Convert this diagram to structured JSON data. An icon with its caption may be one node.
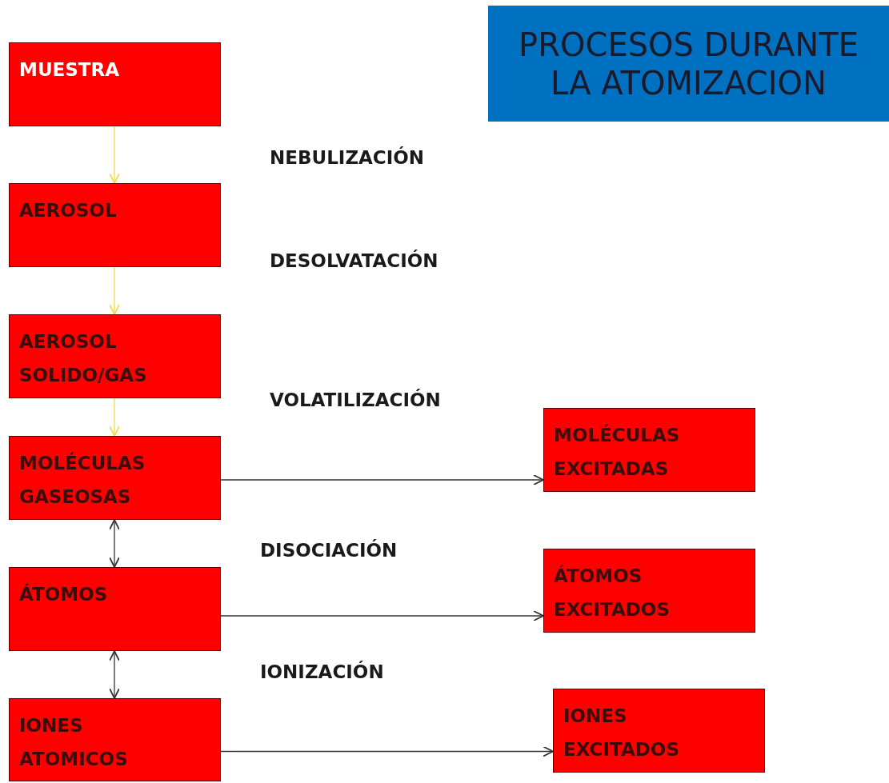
{
  "diagram": {
    "title": "PROCESOS DURANTE LA ATOMIZACION",
    "nodes": [
      {
        "text": [
          "MUESTRA"
        ]
      },
      {
        "text": [
          "AEROSOL"
        ]
      },
      {
        "text": [
          "AEROSOL SOLIDO/GAS"
        ]
      },
      {
        "text": [
          "MOLÉCULAS GASEOSAS"
        ]
      },
      {
        "text": [
          "ÁTOMOS"
        ]
      },
      {
        "text": [
          "IONES ATOMICOS"
        ]
      },
      {
        "text": [
          "MOLÉCULAS EXCITADAS"
        ]
      },
      {
        "text": [
          "ÁTOMOS EXCITADOS"
        ]
      },
      {
        "text": [
          "IONES EXCITADOS"
        ]
      }
    ],
    "edges": [
      {
        "from": 0,
        "to": 1,
        "arrow": "to",
        "color": "#f2dc4a"
      },
      {
        "from": 1,
        "to": 2,
        "arrow": "to",
        "color": "#f2dc4a"
      },
      {
        "from": 2,
        "to": 3,
        "arrow": "to",
        "color": "#f2dc4a"
      },
      {
        "from": 3,
        "to": 4,
        "arrow": "both"
      },
      {
        "from": 4,
        "to": 5,
        "arrow": "both"
      },
      {
        "from": 3,
        "to": 6,
        "arrow": "to"
      },
      {
        "from": 4,
        "to": 7,
        "arrow": "to"
      },
      {
        "from": 5,
        "to": 8,
        "arrow": "to"
      }
    ],
    "labels": [
      "NEBULIZACIÓN",
      "DESOLVATACIÓN",
      "VOLATILIZACIÓN",
      "DISOCIACIÓN",
      "IONIZACIÓN"
    ]
  }
}
